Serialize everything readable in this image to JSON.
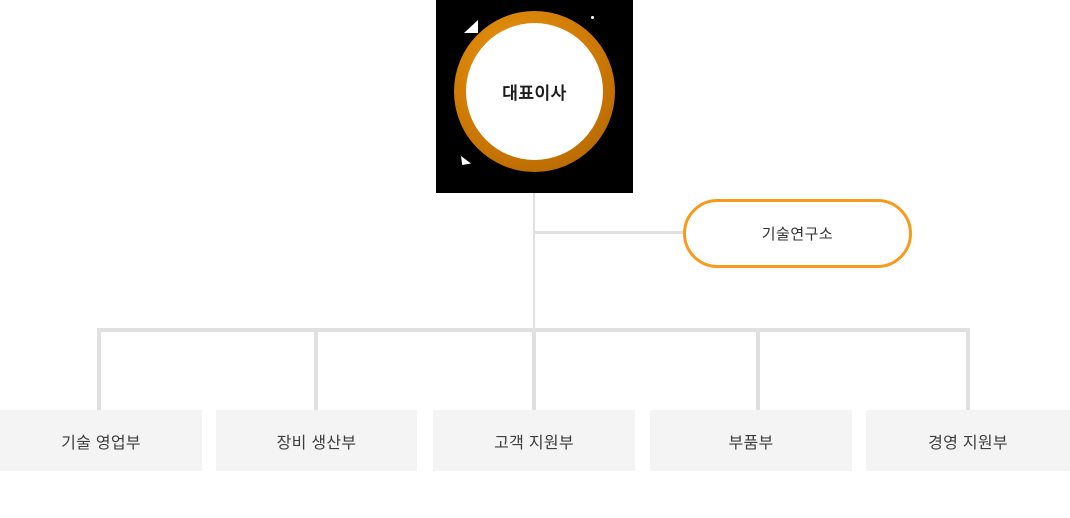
{
  "org_chart": {
    "root": {
      "label": "대표이사"
    },
    "side_unit": {
      "label": "기술연구소"
    },
    "departments": [
      {
        "label": "기술 영업부"
      },
      {
        "label": "장비 생산부"
      },
      {
        "label": "고객 지원부"
      },
      {
        "label": "부품부"
      },
      {
        "label": "경영 지원부"
      }
    ]
  },
  "colors": {
    "root_bg": "#000000",
    "root_ring": "#c97503",
    "side_unit_border": "#f89a1d",
    "connector": "#e0e0e0",
    "dept_bg": "#f4f4f4",
    "text_primary": "#1b1b1b",
    "text_secondary": "#3d3d3d"
  }
}
